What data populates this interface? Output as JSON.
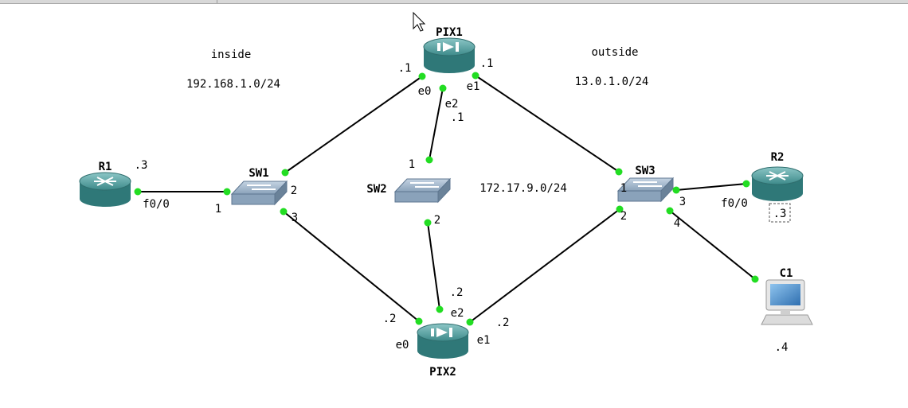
{
  "colors": {
    "link": "#000000",
    "port_dot": "#22dd22",
    "router_top": "#5fa6a6",
    "router_side": "#2f7878",
    "switch_face": "#9bb1c9",
    "switch_side": "#6a8299"
  },
  "zones": {
    "inside": {
      "name": "inside",
      "subnet": "192.168.1.0/24"
    },
    "outside": {
      "name": "outside",
      "subnet": "13.0.1.0/24"
    },
    "dmz": {
      "subnet": "172.17.9.0/24"
    }
  },
  "devices": {
    "pix1": {
      "name": "PIX1",
      "icon": "firewall-icon"
    },
    "pix2": {
      "name": "PIX2",
      "icon": "firewall-icon"
    },
    "r1": {
      "name": "R1",
      "icon": "router-icon"
    },
    "r2": {
      "name": "R2",
      "icon": "router-icon"
    },
    "sw1": {
      "name": "SW1",
      "icon": "switch-icon"
    },
    "sw2": {
      "name": "SW2",
      "icon": "switch-icon"
    },
    "sw3": {
      "name": "SW3",
      "icon": "switch-icon"
    },
    "c1": {
      "name": "C1",
      "icon": "computer-icon"
    }
  },
  "port_labels": {
    "pix1_e0": "e0",
    "pix1_e1": "e1",
    "pix1_e2": "e2",
    "pix1_e0_ip": ".1",
    "pix1_e1_ip": ".1",
    "pix1_e2_ip": ".1",
    "pix2_e0": "e0",
    "pix2_e1": "e1",
    "pix2_e2": "e2",
    "pix2_e0_ip": ".2",
    "pix2_e1_ip": ".2",
    "pix2_e2_ip": ".2",
    "r1_f00": "f0/0",
    "r1_ip": ".3",
    "r2_f00": "f0/0",
    "r2_ip": ".3",
    "sw1_p1": "1",
    "sw1_p2": "2",
    "sw1_p3": "3",
    "sw2_p1": "1",
    "sw2_p2": "2",
    "sw3_p1": "1",
    "sw3_p2": "2",
    "sw3_p3": "3",
    "sw3_p4": "4",
    "c1_ip": ".4"
  }
}
